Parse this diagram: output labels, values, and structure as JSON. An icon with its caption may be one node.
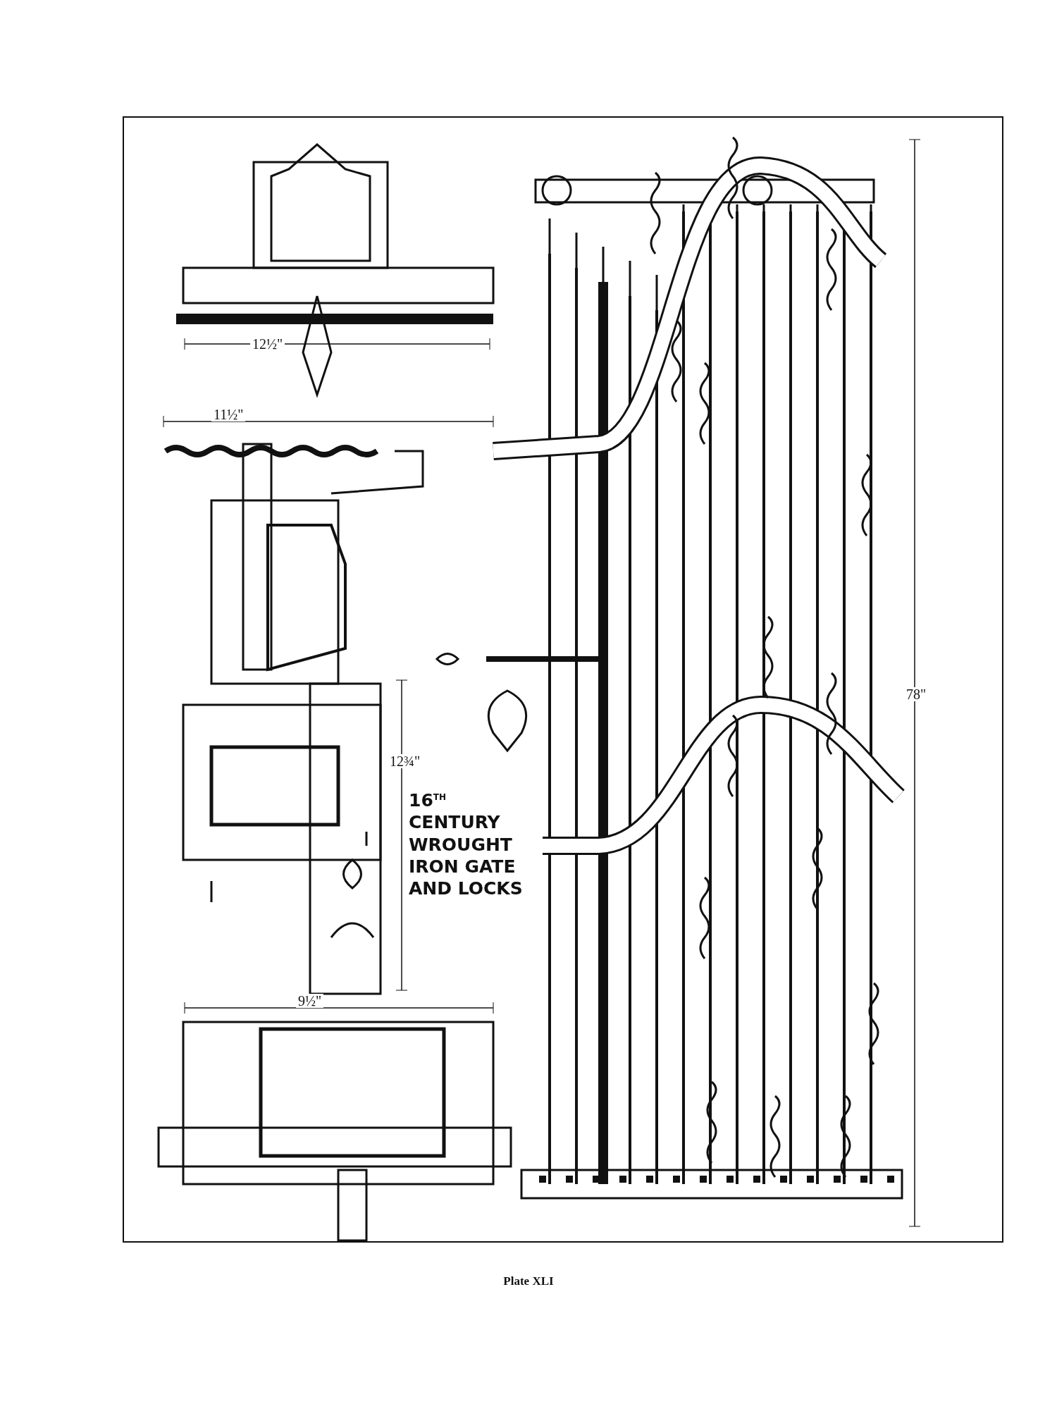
{
  "diagram": {
    "title": "16$^{TH}$ CENTURY WROUGHT IRON GATE AND LOCKS",
    "caption": "Plate XLI",
    "labels": [
      "12½\"",
      "11½\"",
      "12¾\"",
      "9½\"",
      "78\""
    ]
  }
}
